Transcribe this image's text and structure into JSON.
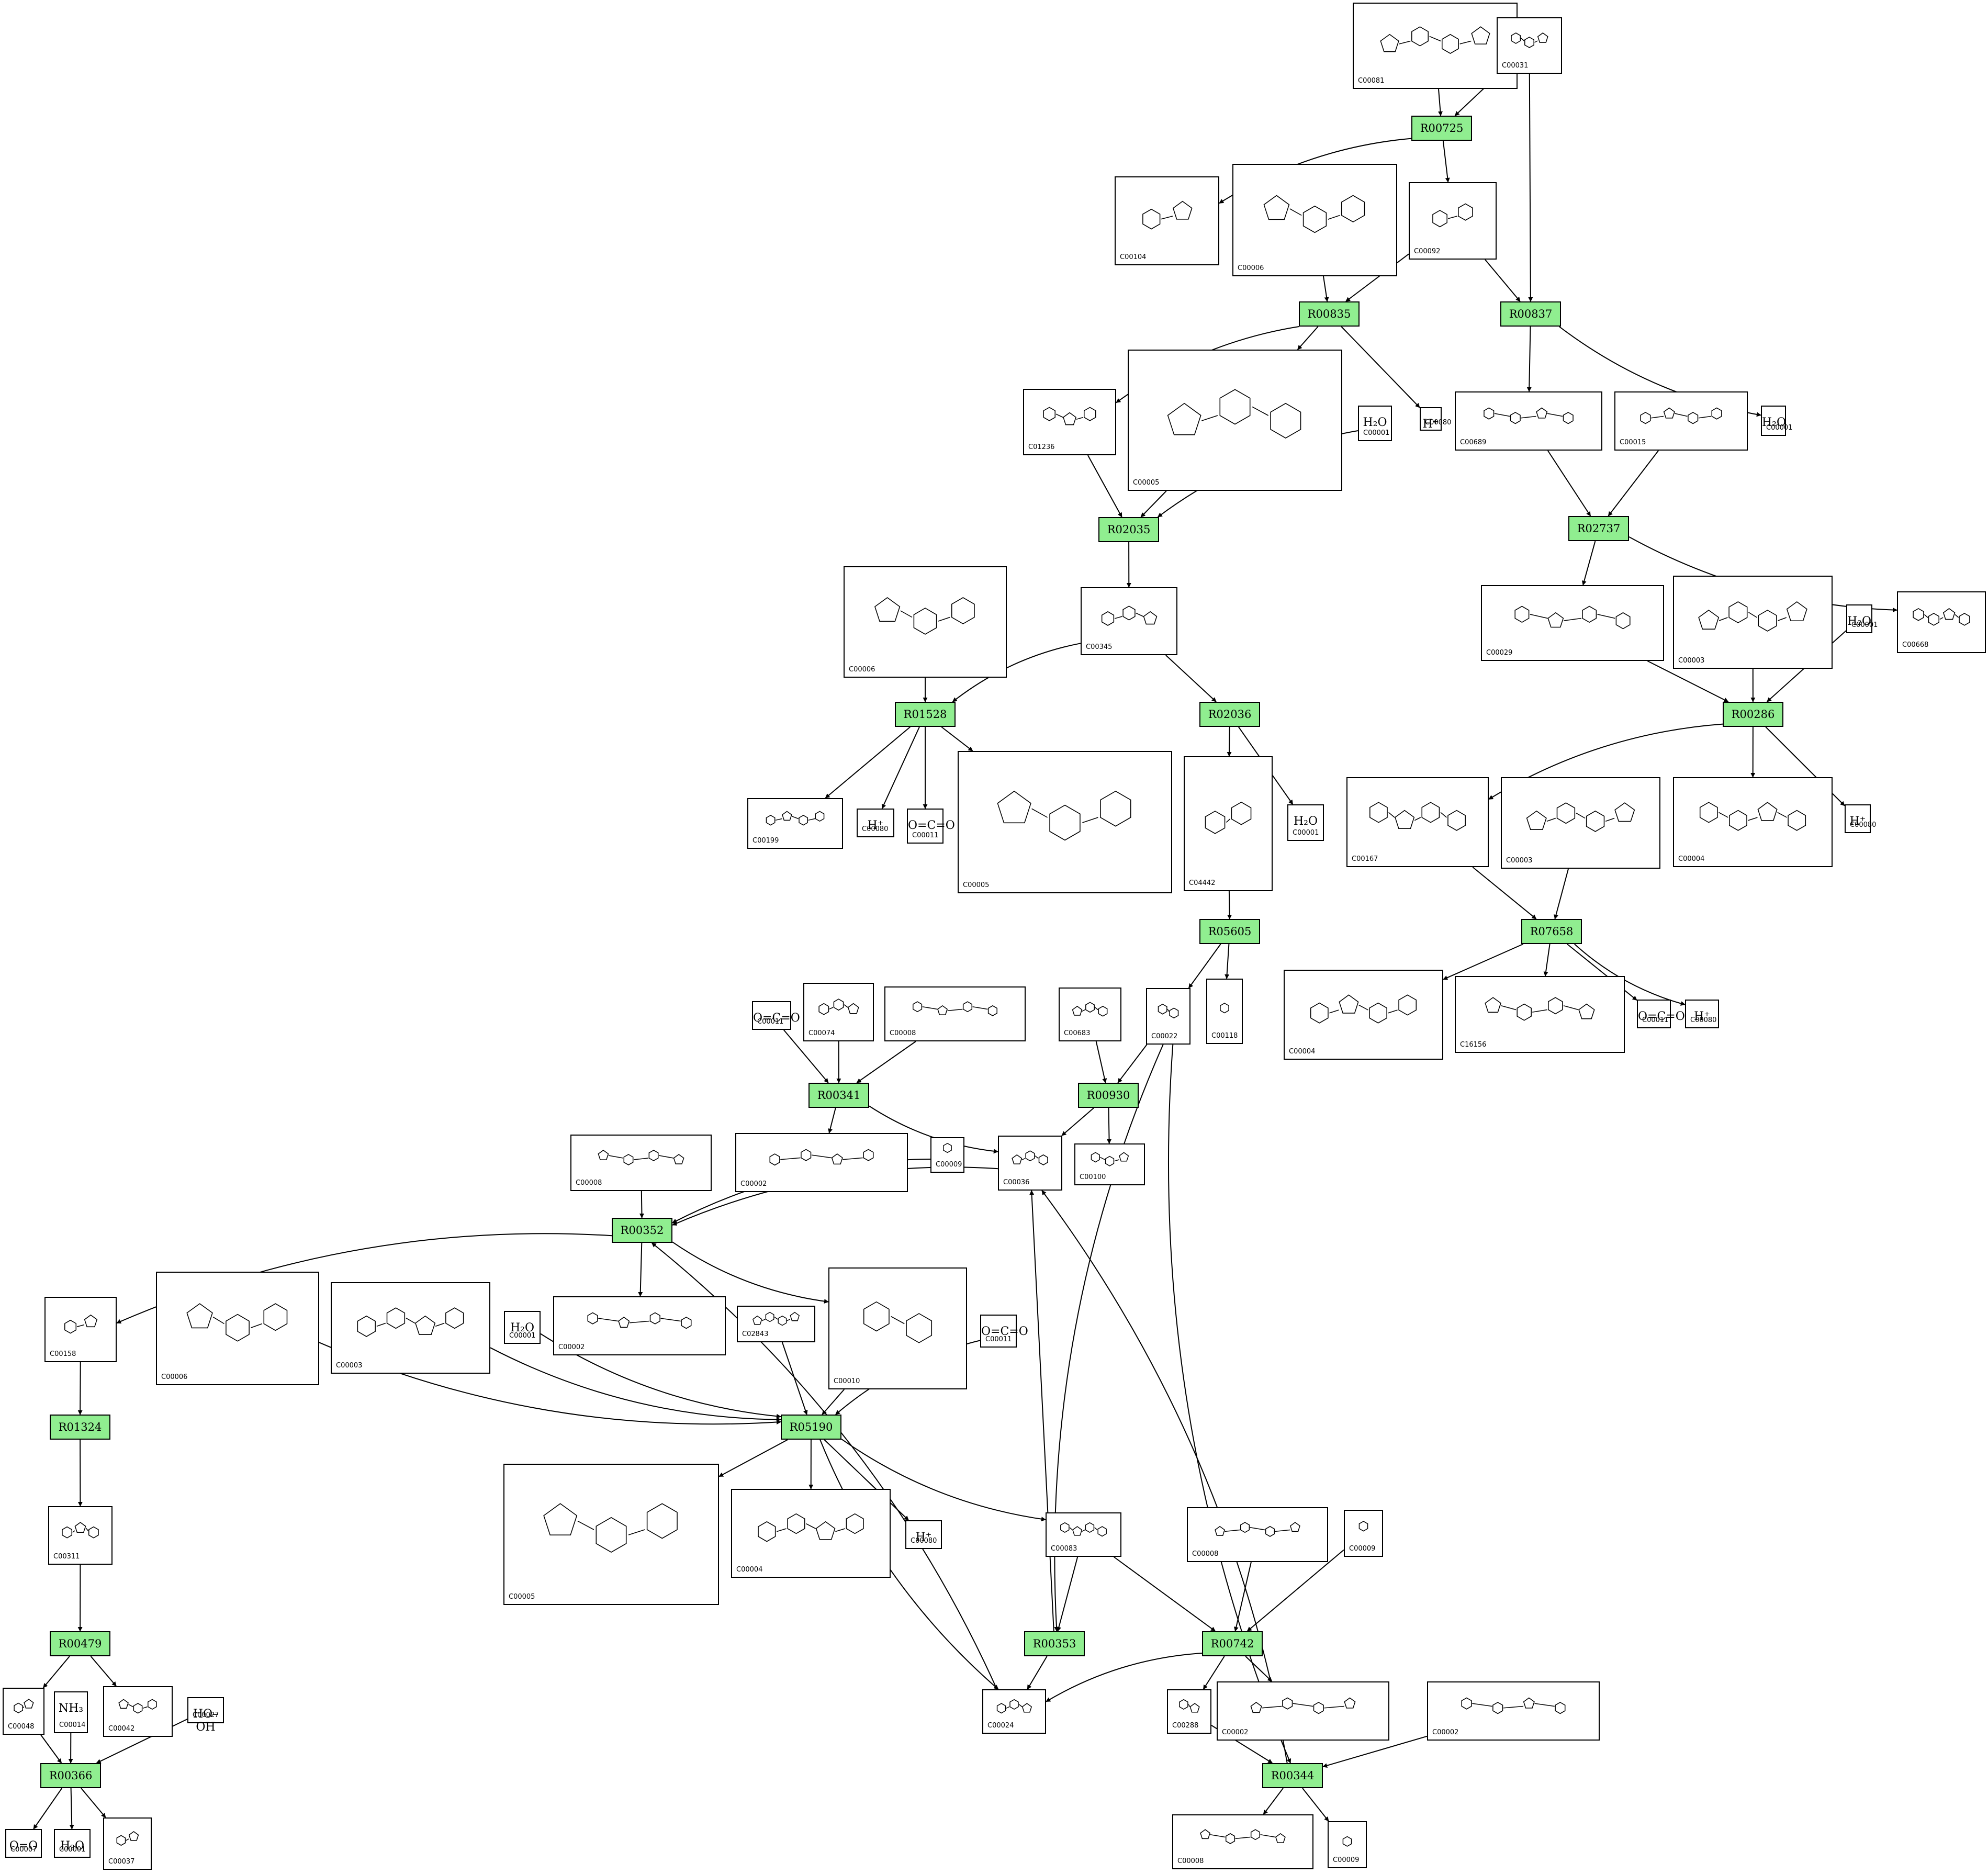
{
  "reactions": [
    {
      "id": "R00725"
    },
    {
      "id": "R00835"
    },
    {
      "id": "R00837"
    },
    {
      "id": "R02035"
    },
    {
      "id": "R02737"
    },
    {
      "id": "R01528"
    },
    {
      "id": "R02036"
    },
    {
      "id": "R00286"
    },
    {
      "id": "R07658"
    },
    {
      "id": "R05605"
    },
    {
      "id": "R00341"
    },
    {
      "id": "R00930"
    },
    {
      "id": "R00352"
    },
    {
      "id": "R01324"
    },
    {
      "id": "R05190"
    },
    {
      "id": "R00479"
    },
    {
      "id": "R00353"
    },
    {
      "id": "R00742"
    },
    {
      "id": "R00366"
    },
    {
      "id": "R00344"
    }
  ],
  "compounds": [
    {
      "key": "c00081",
      "id": "C00081"
    },
    {
      "key": "c00031",
      "id": "C00031"
    },
    {
      "key": "c00104",
      "id": "C00104"
    },
    {
      "key": "c00006a",
      "id": "C00006"
    },
    {
      "key": "c00092",
      "id": "C00092"
    },
    {
      "key": "c01236",
      "id": "C01236"
    },
    {
      "key": "c00005a",
      "id": "C00005"
    },
    {
      "key": "c00001a",
      "id": "C00001",
      "formula": "H₂O"
    },
    {
      "key": "c00080a",
      "id": "C00080",
      "formula": "H⁺"
    },
    {
      "key": "c00689",
      "id": "C00689"
    },
    {
      "key": "c00015",
      "id": "C00015"
    },
    {
      "key": "c00001b",
      "id": "C00001",
      "formula": "H₂O"
    },
    {
      "key": "c00006b",
      "id": "C00006"
    },
    {
      "key": "c00345",
      "id": "C00345"
    },
    {
      "key": "c00029",
      "id": "C00029"
    },
    {
      "key": "c00003a",
      "id": "C00003"
    },
    {
      "key": "c00001c",
      "id": "C00001",
      "formula": "H₂O"
    },
    {
      "key": "c00668",
      "id": "C00668"
    },
    {
      "key": "c00199",
      "id": "C00199"
    },
    {
      "key": "c00080b",
      "id": "C00080",
      "formula": "H⁺"
    },
    {
      "key": "c00011a",
      "id": "C00011",
      "formula": "O=C=O"
    },
    {
      "key": "c00005b",
      "id": "C00005"
    },
    {
      "key": "c04442",
      "id": "C04442"
    },
    {
      "key": "c00001d",
      "id": "C00001",
      "formula": "H₂O"
    },
    {
      "key": "c00167",
      "id": "C00167"
    },
    {
      "key": "c00003b",
      "id": "C00003"
    },
    {
      "key": "c00004a",
      "id": "C00004"
    },
    {
      "key": "c00080c",
      "id": "C00080",
      "formula": "H⁺"
    },
    {
      "key": "c00004b",
      "id": "C00004"
    },
    {
      "key": "c16156",
      "id": "C16156"
    },
    {
      "key": "c00011b",
      "id": "C00011",
      "formula": "O=C=O"
    },
    {
      "key": "c00080d",
      "id": "C00080",
      "formula": "H⁺"
    },
    {
      "key": "c00011c",
      "id": "C00011",
      "formula": "O=C=O"
    },
    {
      "key": "c00074",
      "id": "C00074"
    },
    {
      "key": "c00008a",
      "id": "C00008"
    },
    {
      "key": "c00683",
      "id": "C00683"
    },
    {
      "key": "c00022",
      "id": "C00022"
    },
    {
      "key": "c00118",
      "id": "C00118"
    },
    {
      "key": "c00008b",
      "id": "C00008"
    },
    {
      "key": "c00002a",
      "id": "C00002"
    },
    {
      "key": "c00009a",
      "id": "C00009"
    },
    {
      "key": "c00036",
      "id": "C00036"
    },
    {
      "key": "c00100",
      "id": "C00100"
    },
    {
      "key": "c00158",
      "id": "C00158"
    },
    {
      "key": "c00006c",
      "id": "C00006"
    },
    {
      "key": "c00003c",
      "id": "C00003"
    },
    {
      "key": "c00001e",
      "id": "C00001",
      "formula": "H₂O"
    },
    {
      "key": "c00002b",
      "id": "C00002"
    },
    {
      "key": "c02843",
      "id": "C02843"
    },
    {
      "key": "c00010",
      "id": "C00010"
    },
    {
      "key": "c00011d",
      "id": "C00011",
      "formula": "O=C=O"
    },
    {
      "key": "c00311",
      "id": "C00311"
    },
    {
      "key": "c00005c",
      "id": "C00005"
    },
    {
      "key": "c00004c",
      "id": "C00004"
    },
    {
      "key": "c00080e",
      "id": "C00080",
      "formula": "H⁺"
    },
    {
      "key": "c00083",
      "id": "C00083"
    },
    {
      "key": "c00008c",
      "id": "C00008"
    },
    {
      "key": "c00009b",
      "id": "C00009"
    },
    {
      "key": "c00048",
      "id": "C00048"
    },
    {
      "key": "c00014",
      "id": "C00014",
      "formula": "NH₃"
    },
    {
      "key": "c00042",
      "id": "C00042"
    },
    {
      "key": "c00027",
      "id": "C00027",
      "formula": "HO–OH"
    },
    {
      "key": "c00024",
      "id": "C00024"
    },
    {
      "key": "c00288",
      "id": "C00288"
    },
    {
      "key": "c00002c",
      "id": "C00002"
    },
    {
      "key": "c00002d",
      "id": "C00002"
    },
    {
      "key": "c00007",
      "id": "C00007",
      "formula": "O=O"
    },
    {
      "key": "c00001f",
      "id": "C00001",
      "formula": "H₂O"
    },
    {
      "key": "c00037",
      "id": "C00037"
    },
    {
      "key": "c00008d",
      "id": "C00008"
    },
    {
      "key": "c00009c",
      "id": "C00009"
    }
  ]
}
